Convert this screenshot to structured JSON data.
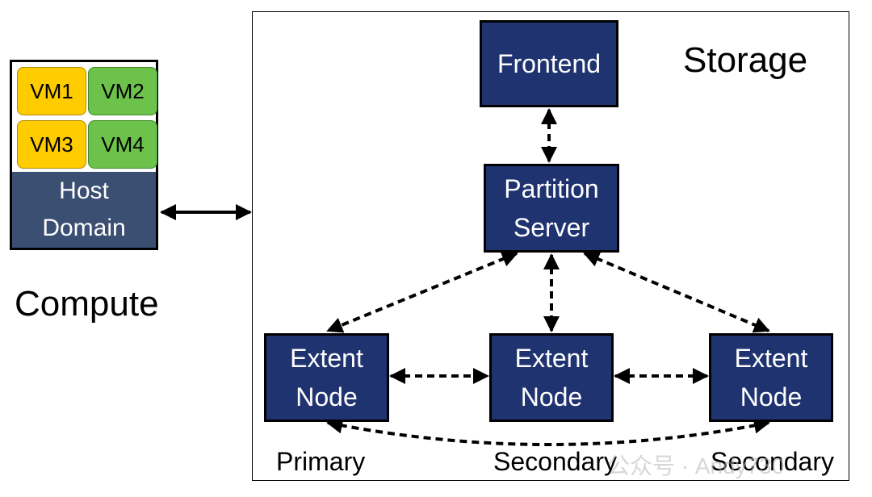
{
  "compute": {
    "label": "Compute",
    "vms": [
      {
        "label": "VM1",
        "color": "#ffcc00"
      },
      {
        "label": "VM2",
        "color": "#6cc24a"
      },
      {
        "label": "VM3",
        "color": "#ffcc00"
      },
      {
        "label": "VM4",
        "color": "#6cc24a"
      }
    ],
    "host": {
      "line1": "Host",
      "line2": "Domain",
      "color": "#3b4f73"
    }
  },
  "storage": {
    "label": "Storage",
    "frontend": "Frontend",
    "partition_server": {
      "line1": "Partition",
      "line2": "Server"
    },
    "extent_nodes": [
      {
        "line1": "Extent",
        "line2": "Node",
        "role": "Primary"
      },
      {
        "line1": "Extent",
        "line2": "Node",
        "role": "Secondary"
      },
      {
        "line1": "Extent",
        "line2": "Node",
        "role": "Secondary"
      }
    ],
    "node_color": "#1f3370"
  },
  "watermark": {
    "text": "公众号 · Andy730"
  }
}
